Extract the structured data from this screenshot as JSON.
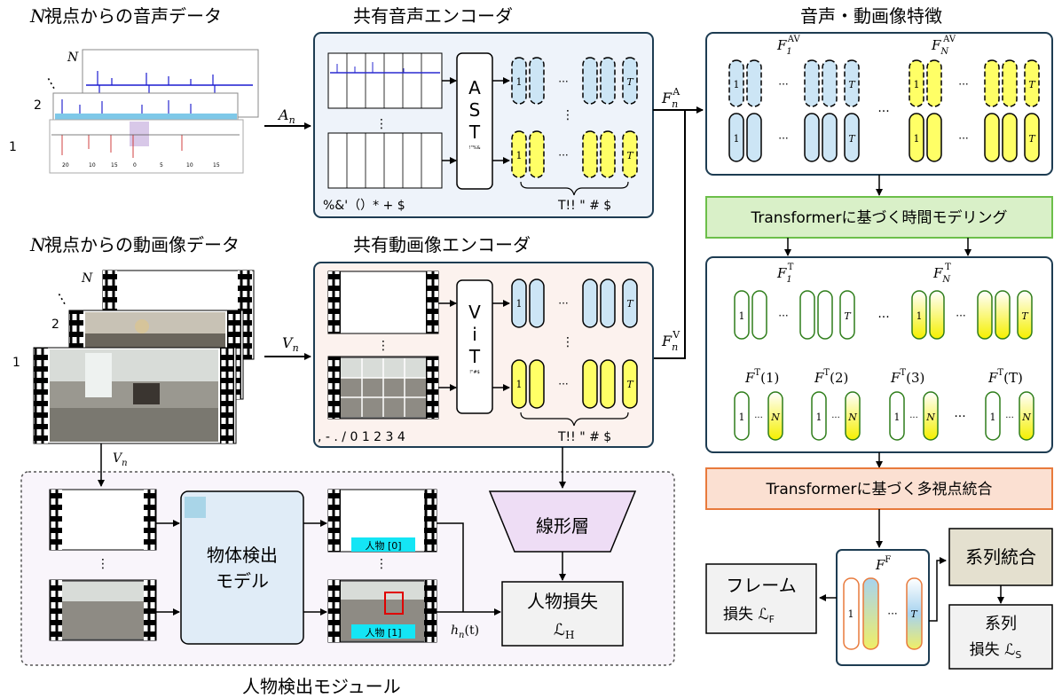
{
  "titles": {
    "audio_data_n": "N",
    "audio_data": "視点からの音声データ",
    "audio_encoder": "共有音声エンコーダ",
    "av_features": "音声・動画像特徴",
    "video_data_n": "N",
    "video_data": "視点からの動画像データ",
    "video_encoder": "共有動画像エンコーダ",
    "person_module": "人物検出モジュール"
  },
  "views": {
    "n": "N",
    "two": "2",
    "one": "1",
    "dots": "⋮"
  },
  "audio_plot": {
    "axis_ticks": [
      "20",
      "10",
      "15",
      "0",
      "5",
      "10",
      "15"
    ]
  },
  "encoder": {
    "ast_letters": [
      "A",
      "S",
      "T"
    ],
    "ast_sub": "!\"%&",
    "vit_letters": [
      "V",
      "i",
      "T"
    ],
    "vit_sub": "!\"#$",
    "audio_footer": "%&'（）* + $",
    "audio_brace": "T!! \" # $",
    "video_footer": ", - . / 0 1 2 3 4",
    "video_brace": "T!! \" # $",
    "token_1": "1",
    "token_t": "T",
    "hdots": "···",
    "vdots": "⋮"
  },
  "signals": {
    "a_n": "A",
    "a_sub": "n",
    "v_n": "V",
    "v_sub": "n",
    "v_n2": "V",
    "v_sub2": "n",
    "fa": "F",
    "fa_sub": "n",
    "fa_sup": "A",
    "fv": "F",
    "fv_sub": "n",
    "fv_sup": "V",
    "hn": "h",
    "hn_sub": "n",
    "hn_arg": "(t)"
  },
  "av_panel": {
    "f1": "F",
    "f1_sub": "1",
    "f1_sup": "AV",
    "fn": "F",
    "fn_sub": "N",
    "fn_sup": "AV"
  },
  "boxes": {
    "temporal": "Transformerに基づく時間モデリング",
    "multiview": "Transformerに基づく多視点統合",
    "linear": "線形層",
    "person_loss": "人物損失",
    "person_loss_sym": "ℒ",
    "person_loss_sub": "H",
    "detector_l1": "物体検出",
    "detector_l2": "モデル",
    "frame_loss_l1": "フレーム",
    "frame_loss_l2": "損失 ℒ",
    "frame_loss_sub": "F",
    "seq_merge": "系列統合",
    "seq_loss_l1": "系列",
    "seq_loss_l2": "損失 ℒ",
    "seq_loss_sub": "S",
    "person_tag0": "人物 [0]",
    "person_tag1": "人物 [1]"
  },
  "temporal_panel": {
    "f1": "F",
    "f1_sub": "1",
    "f1_sup": "T",
    "fn": "F",
    "fn_sub": "N",
    "fn_sup": "T",
    "groups": [
      "(1)",
      "(2)",
      "(3)",
      "(T)"
    ],
    "g_f": "F",
    "g_sup": "T",
    "n_label": "N"
  },
  "fusion": {
    "f": "F",
    "f_sup": "F"
  },
  "colors": {
    "blue_fill": "#cce5f5",
    "yellow_fill": "#ffff66",
    "green_box": "#d9f0c8",
    "green_border": "#6cbf4a",
    "orange_box": "#fbe0d2",
    "orange_border": "#e87a3c",
    "panel_border": "#1d3c52",
    "tan_box": "#e4e0cf",
    "cyan_tag": "#14e5f5",
    "lavender": "#eeddf5",
    "detector_fill": "#e0ecf7"
  }
}
